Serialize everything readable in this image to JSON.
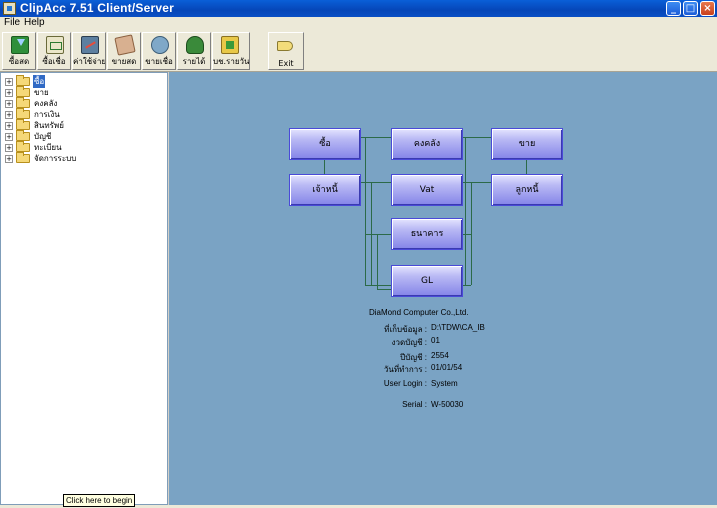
{
  "window": {
    "title": "ClipAcc 7.51 Client/Server"
  },
  "menu": {
    "file": "File",
    "help": "Help"
  },
  "toolbar": {
    "buttons": [
      {
        "label": "ซื้อสด",
        "icon": "buy-icon"
      },
      {
        "label": "ซื้อเชื่อ",
        "icon": "bill-icon"
      },
      {
        "label": "ค่าใช้จ่าย",
        "icon": "expense-icon"
      },
      {
        "label": "ขายสด",
        "icon": "cash-sale-icon"
      },
      {
        "label": "ขายเชื่อ",
        "icon": "credit-sale-icon"
      },
      {
        "label": "รายได้",
        "icon": "income-icon"
      },
      {
        "label": "บช.รายวัน",
        "icon": "daily-journal-icon"
      },
      {
        "label": "Exit",
        "icon": "exit-icon"
      }
    ]
  },
  "tree": {
    "items": [
      {
        "label": "ซื้อ",
        "selected": true
      },
      {
        "label": "ขาย"
      },
      {
        "label": "คงคลัง"
      },
      {
        "label": "การเงิน"
      },
      {
        "label": "สินทรัพย์"
      },
      {
        "label": "บัญชี"
      },
      {
        "label": "ทะเบียน"
      },
      {
        "label": "จัดการระบบ"
      }
    ]
  },
  "modules": {
    "buy": "ซื้อ",
    "inventory": "คงคลัง",
    "sell": "ขาย",
    "payable": "เจ้าหนี้",
    "vat": "Vat",
    "receivable": "ลูกหนี้",
    "bank": "ธนาคาร",
    "gl": "GL"
  },
  "info": {
    "company": "DiaMond Computer Co.,Ltd.",
    "data_path_label": "ที่เก็บข้อมูล :",
    "data_path_value": "D:\\TDW\\CA_IB",
    "period_label": "งวดบัญชี :",
    "period_value": "01",
    "year_label": "ปีบัญชี :",
    "year_value": "2554",
    "date_label": "วันที่ทำการ :",
    "date_value": "01/01/54",
    "user_label": "User Login :",
    "user_value": "System",
    "serial_label": "Serial :",
    "serial_value": "W-50030"
  },
  "tooltip": {
    "text": "Click here to begin"
  }
}
